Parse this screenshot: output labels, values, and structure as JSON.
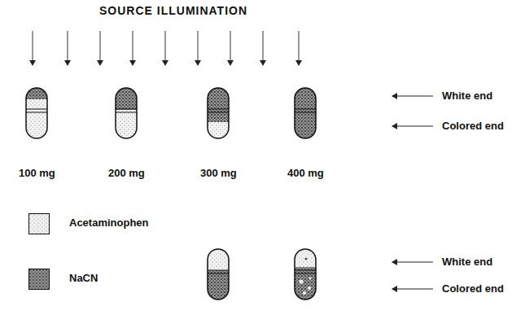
{
  "diagram": {
    "title": "SOURCE ILLUMINATION",
    "labels": [
      "White end",
      "Colored end",
      "100 mg",
      "200 mg",
      "300 mg",
      "400 mg",
      "White end",
      "Colored end"
    ],
    "legend": [
      {
        "text": "Acetaminophen",
        "color": "#e4e4e4"
      },
      {
        "text": "NaCN",
        "color": "#8a8a8a"
      }
    ]
  }
}
